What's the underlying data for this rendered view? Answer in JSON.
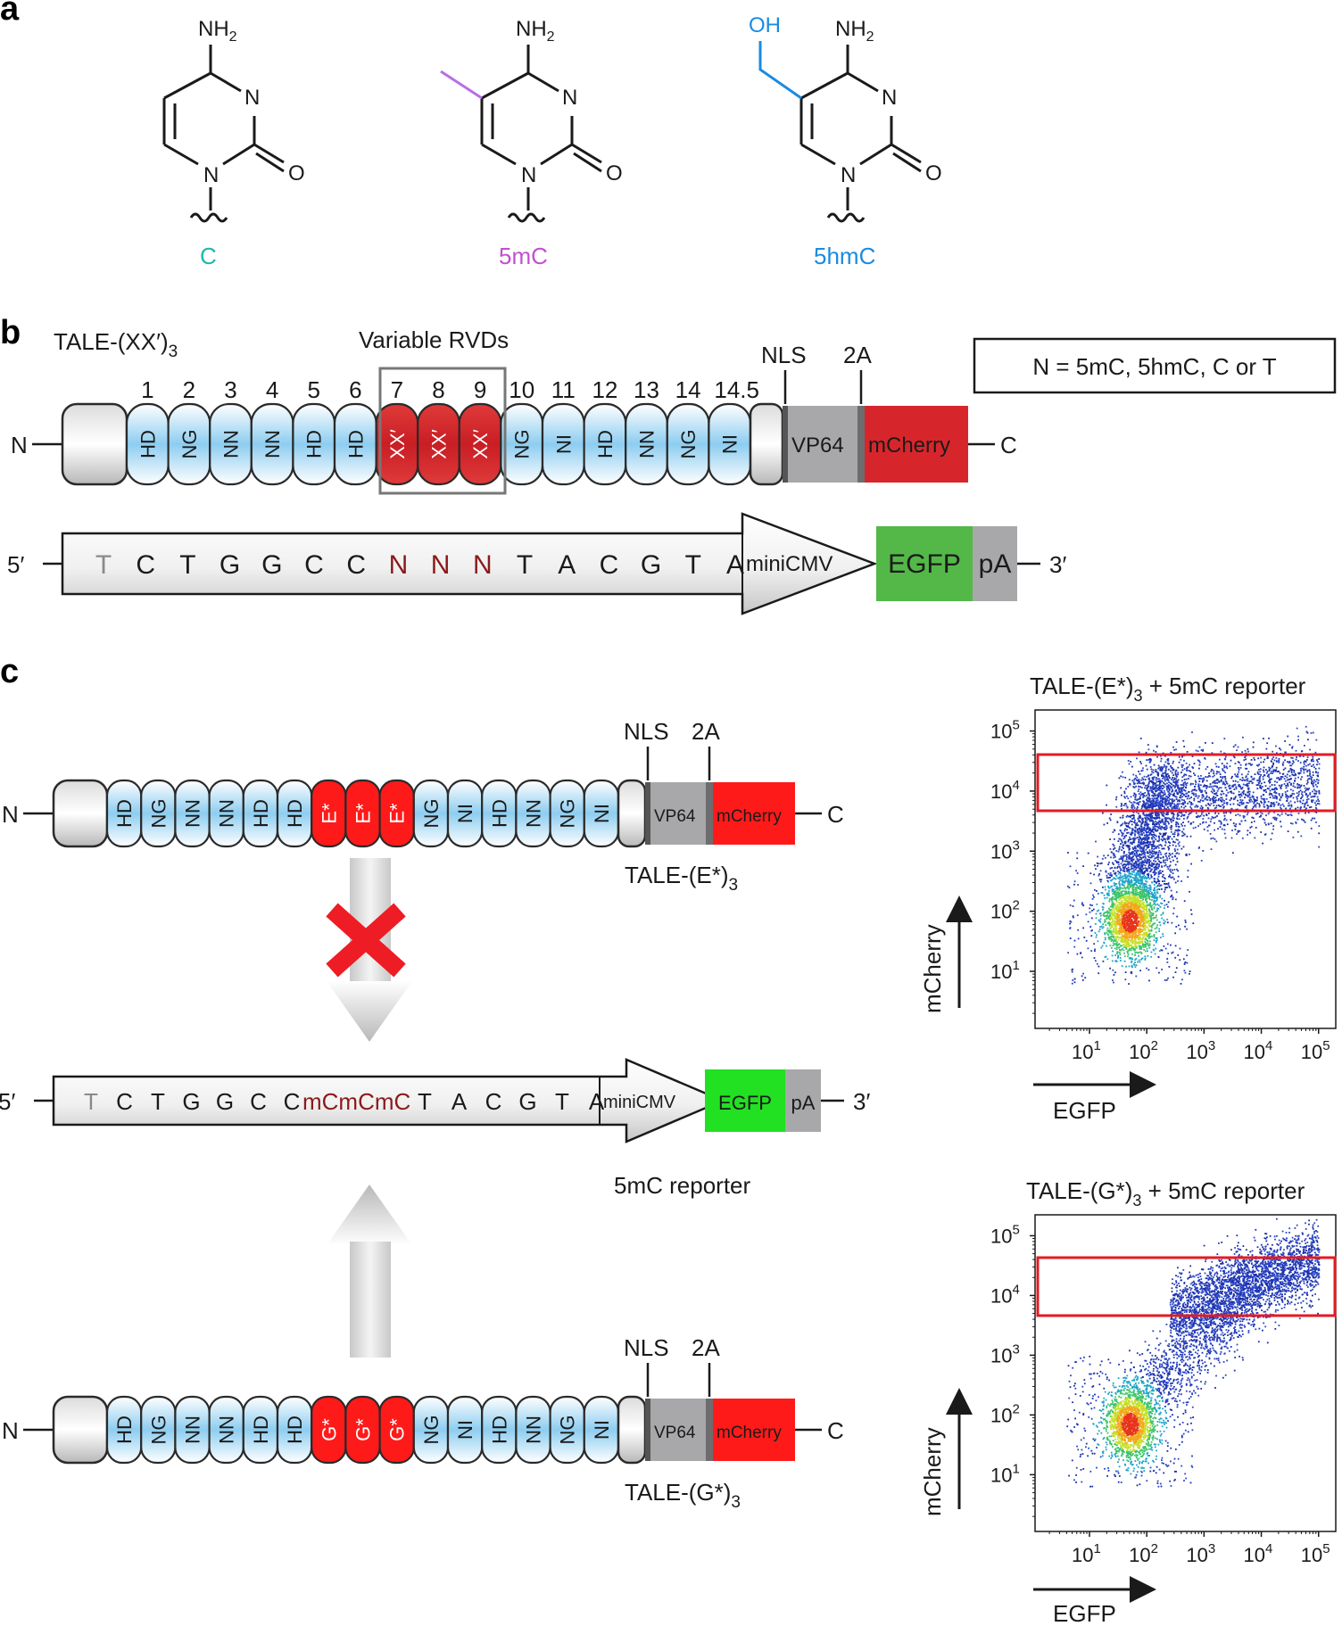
{
  "panels": {
    "a": "a",
    "b": "b",
    "c": "c"
  },
  "panel_a": {
    "molecules": [
      {
        "amine": "NH",
        "amine_sub": "2",
        "ring_n": "N",
        "n1": "N",
        "carbonyl_o": "O",
        "name": "C",
        "name_color": "#1bb8b0",
        "substituent": "",
        "substituent_color": ""
      },
      {
        "amine": "NH",
        "amine_sub": "2",
        "ring_n": "N",
        "n1": "N",
        "carbonyl_o": "O",
        "name": "5mC",
        "name_color": "#c34fd1",
        "substituent": "",
        "substituent_color": "#b86ee6"
      },
      {
        "amine": "NH",
        "amine_sub": "2",
        "ring_n": "N",
        "n1": "N",
        "carbonyl_o": "O",
        "name": "5hmC",
        "name_color": "#1a8be0",
        "substituent": "OH",
        "substituent_color": "#1a8be0"
      }
    ]
  },
  "panel_b": {
    "title_main": "TALE-(XX′)",
    "title_sub": "3",
    "variable_label": "Variable RVDs",
    "n_term": "N",
    "c_term": "C",
    "repeat_numbers": [
      "1",
      "2",
      "3",
      "4",
      "5",
      "6",
      "7",
      "8",
      "9",
      "10",
      "11",
      "12",
      "13",
      "14",
      "14.5"
    ],
    "rvds": [
      "HD",
      "NG",
      "NN",
      "NN",
      "HD",
      "HD",
      "XX′",
      "XX′",
      "XX′",
      "NG",
      "NI",
      "HD",
      "NN",
      "NG",
      "NI"
    ],
    "nls": "NLS",
    "p2a": "2A",
    "vp64": "VP64",
    "mcherry": "mCherry",
    "legend": "N = 5mC, 5hmC, C or T",
    "five_prime": "5′",
    "three_prime": "3′",
    "sequence": [
      "T",
      "C",
      "T",
      "G",
      "G",
      "C",
      "C",
      "N",
      "N",
      "N",
      "T",
      "A",
      "C",
      "G",
      "T",
      "A"
    ],
    "minicmv": "miniCMV",
    "egfp": "EGFP",
    "pa": "pA"
  },
  "panel_c": {
    "n_term": "N",
    "c_term": "C",
    "nls": "NLS",
    "p2a": "2A",
    "vp64": "VP64",
    "mcherry": "mCherry",
    "top_rvds": [
      "HD",
      "NG",
      "NN",
      "NN",
      "HD",
      "HD",
      "E*",
      "E*",
      "E*",
      "NG",
      "NI",
      "HD",
      "NN",
      "NG",
      "NI"
    ],
    "top_name_main": "TALE-(E*)",
    "top_name_sub": "3",
    "bottom_rvds": [
      "HD",
      "NG",
      "NN",
      "NN",
      "HD",
      "HD",
      "G*",
      "G*",
      "G*",
      "NG",
      "NI",
      "HD",
      "NN",
      "NG",
      "NI"
    ],
    "bottom_name_main": "TALE-(G*)",
    "bottom_name_sub": "3",
    "five_prime": "5′",
    "three_prime": "3′",
    "reporter_seq_left": [
      "T",
      "C",
      "T",
      "G",
      "G",
      "C",
      "C"
    ],
    "reporter_seq_mid": "mCmCmC",
    "reporter_seq_right": [
      "T",
      "A",
      "C",
      "G",
      "T",
      "A"
    ],
    "minicmv": "miniCMV",
    "egfp": "EGFP",
    "pa": "pA",
    "reporter_label": "5mC reporter"
  },
  "flow_plots": [
    {
      "title_pre": "TALE-(E*)",
      "title_sub": "3",
      "title_post": " + 5mC reporter",
      "xlabel": "EGFP",
      "ylabel": "mCherry",
      "y_ticks": [
        {
          "b": "10",
          "e": "5"
        },
        {
          "b": "10",
          "e": "4"
        },
        {
          "b": "10",
          "e": "3"
        },
        {
          "b": "10",
          "e": "2"
        },
        {
          "b": "10",
          "e": "1"
        }
      ],
      "x_ticks": [
        {
          "b": "10",
          "e": "1"
        },
        {
          "b": "10",
          "e": "2"
        },
        {
          "b": "10",
          "e": "3"
        },
        {
          "b": "10",
          "e": "4"
        },
        {
          "b": "10",
          "e": "5"
        }
      ],
      "gate_color": "#e31b23"
    },
    {
      "title_pre": "TALE-(G*)",
      "title_sub": "3",
      "title_post": " + 5mC reporter",
      "xlabel": "EGFP",
      "ylabel": "mCherry",
      "y_ticks": [
        {
          "b": "10",
          "e": "5"
        },
        {
          "b": "10",
          "e": "4"
        },
        {
          "b": "10",
          "e": "3"
        },
        {
          "b": "10",
          "e": "2"
        },
        {
          "b": "10",
          "e": "1"
        }
      ],
      "x_ticks": [
        {
          "b": "10",
          "e": "1"
        },
        {
          "b": "10",
          "e": "2"
        },
        {
          "b": "10",
          "e": "3"
        },
        {
          "b": "10",
          "e": "4"
        },
        {
          "b": "10",
          "e": "5"
        }
      ],
      "gate_color": "#e31b23"
    }
  ],
  "colors": {
    "repeat_blue": "#7fc4ea",
    "variable_red": "#d7262b",
    "bright_red": "#ff1a1a",
    "egfp_green": "#53b848",
    "egfp_bright": "#22e022",
    "grey": "#a8a8aa",
    "dark_red_seq": "#8b1a1a"
  }
}
